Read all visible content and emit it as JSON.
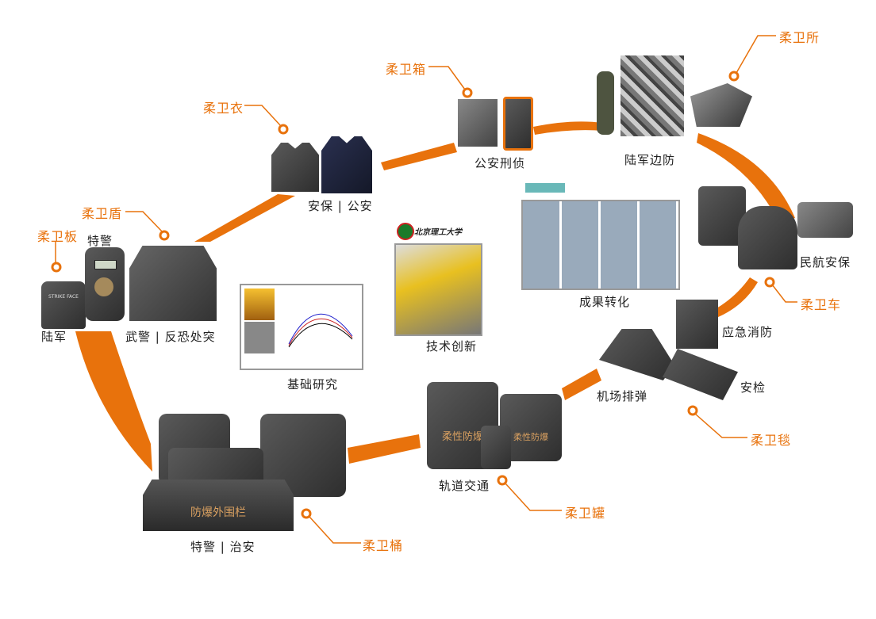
{
  "colors": {
    "accent": "#e8720c",
    "product": "#3a3a3a"
  },
  "products": {
    "board": {
      "name": "柔卫板",
      "use": "陆军",
      "print": "STRIKE FACE"
    },
    "shield": {
      "name": "柔卫盾",
      "use_shield": "特警",
      "use_wall": "武警",
      "use_wall2": "反恐处突"
    },
    "vest": {
      "name": "柔卫衣",
      "use1": "安保",
      "use2": "公安"
    },
    "box": {
      "name": "柔卫箱",
      "use": "公安刑侦"
    },
    "post": {
      "name": "柔卫所",
      "use": "陆军边防"
    },
    "vehicle": {
      "name": "柔卫车",
      "use": "民航安保"
    },
    "blanket": {
      "name": "柔卫毯",
      "use1": "应急消防",
      "use2": "机场排弹",
      "use3": "安检"
    },
    "can": {
      "name": "柔卫罐",
      "use": "轨道交通",
      "print": "柔性防爆"
    },
    "bucket": {
      "name": "柔卫桶",
      "use1": "特警",
      "use2": "治安",
      "fence": "防爆外围栏"
    }
  },
  "center": {
    "research": {
      "label": "基础研究"
    },
    "innovation": {
      "label": "技术创新",
      "logo_text": "北京理工大学"
    },
    "transfer": {
      "label": "成果转化"
    }
  }
}
